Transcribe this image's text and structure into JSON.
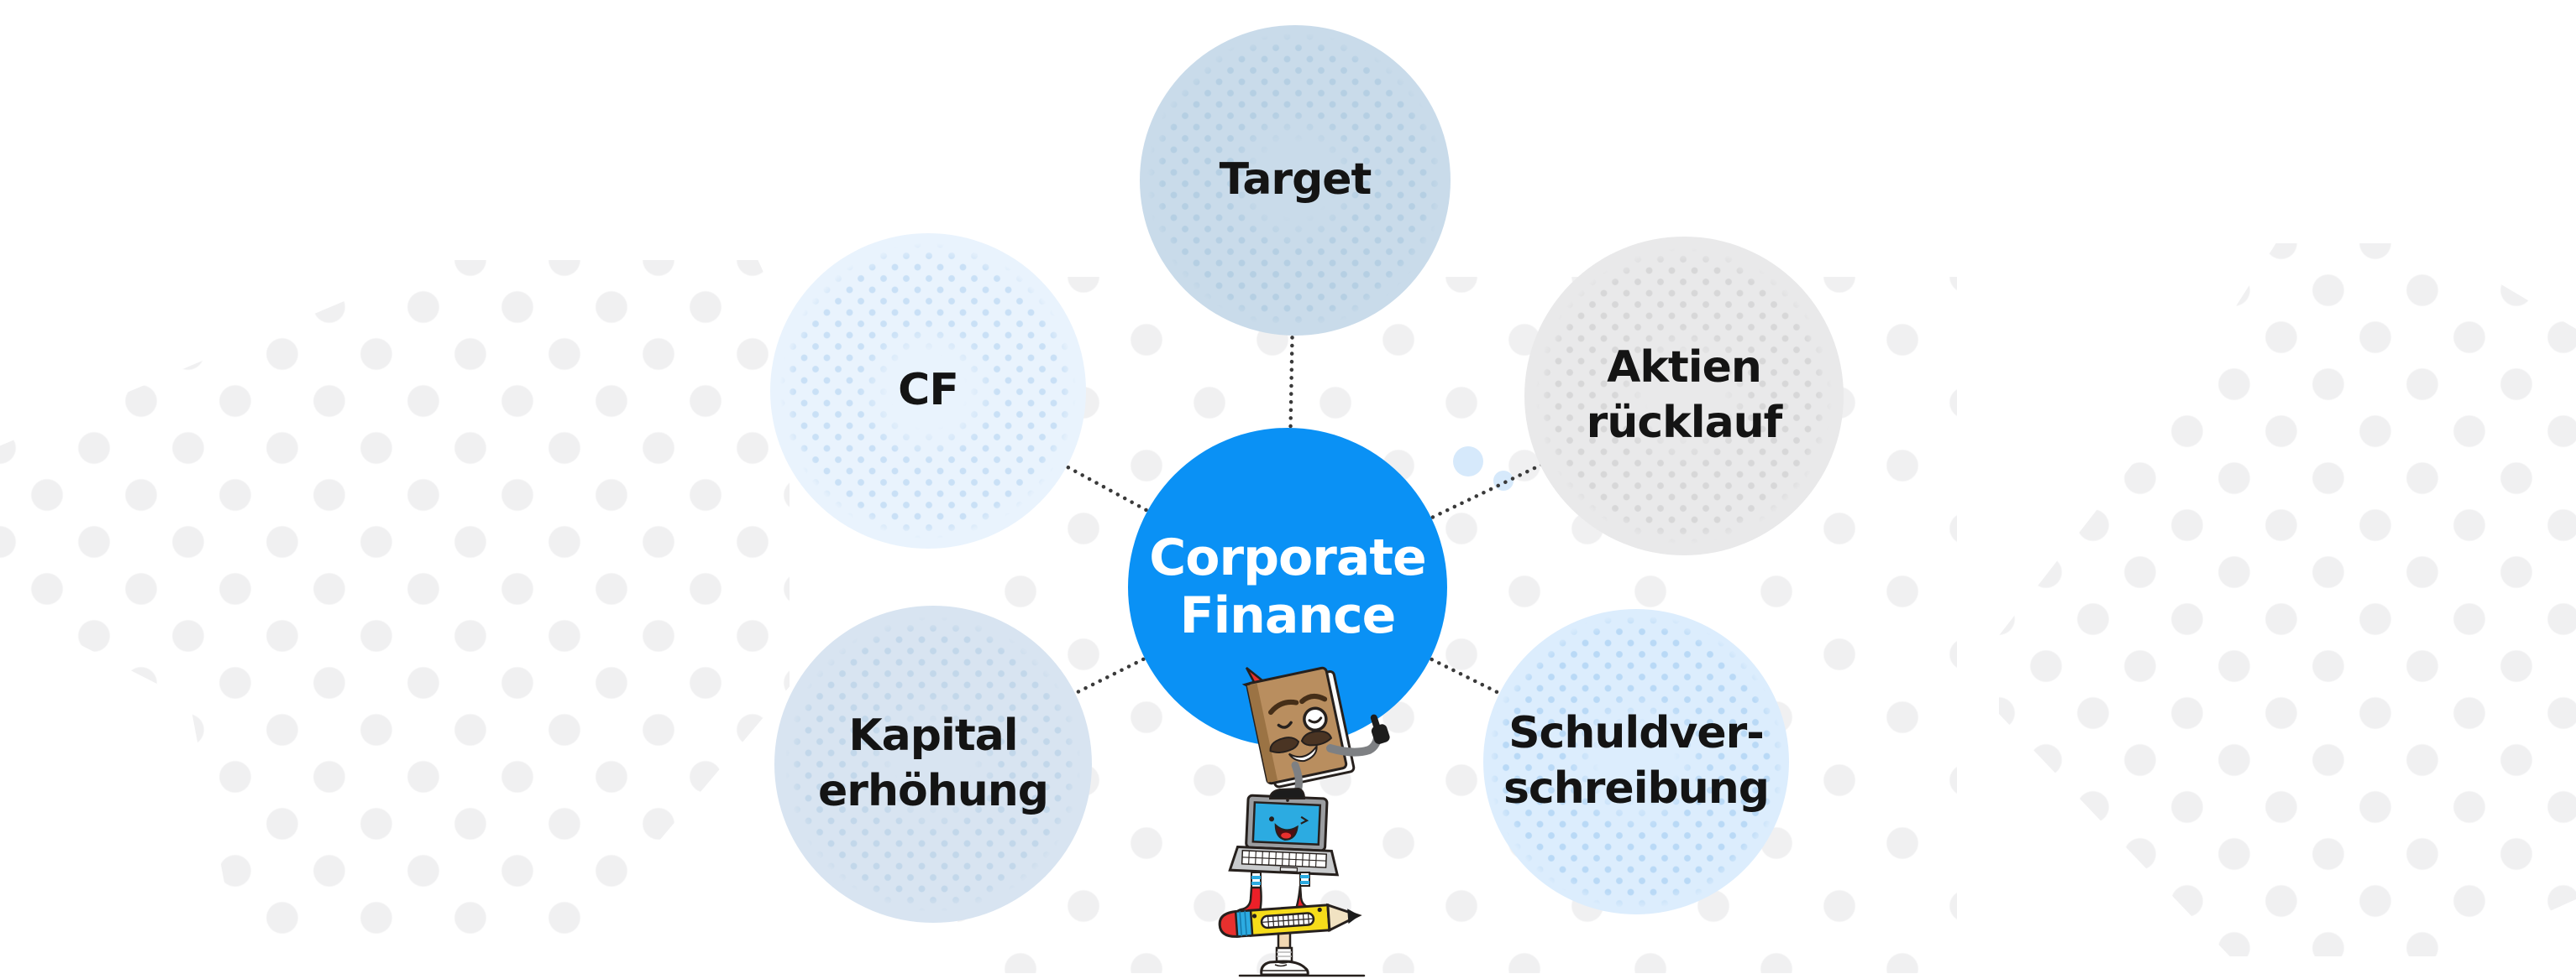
{
  "diagram": {
    "center_bubble": {
      "lines": [
        "Corporate",
        "Finance"
      ],
      "bg_color": "#0a91f5",
      "text_color": "#ffffff"
    },
    "bubbles": [
      {
        "id": "target",
        "lines": [
          "Target"
        ],
        "bg_color": "#c9dbea",
        "dot_color": "#b5cfe3"
      },
      {
        "id": "cf",
        "lines": [
          "CF"
        ],
        "bg_color": "#e9f3fd",
        "dot_color": "#c9e0f6"
      },
      {
        "id": "aktien-ruecklauf",
        "lines": [
          "Aktien",
          "rücklauf"
        ],
        "bg_color": "#e9e9ea",
        "dot_color": "#d7d7d8"
      },
      {
        "id": "kapital-erhoehung",
        "lines": [
          "Kapital",
          "erhöhung"
        ],
        "bg_color": "#d8e4f1",
        "dot_color": "#c2d7ea"
      },
      {
        "id": "schuldverschreibung",
        "lines": [
          "Schuldver-",
          "schreibung"
        ],
        "bg_color": "#dcedfd",
        "dot_color": "#b9d9f6"
      }
    ],
    "label_color": "#141414",
    "connector_dot_color": "#3a3a3a"
  },
  "background": {
    "page_color": "#ffffff",
    "gray_dot_color": "#f0f0f1",
    "blue_accent_dot_color": "#d6e9fb"
  },
  "mascot": {
    "description": "stacked cartoon character: mustachioed book with monocle and red bookmark giving a thumbs-up, standing on a smiling laptop with red boots, balanced on a yellow pencil held up by a leg with a white sneaker",
    "book_color": "#b98e5f",
    "ribbon_color": "#e8302e",
    "laptop_body_color": "#9b9da0",
    "laptop_screen_color": "#2cabe1",
    "boot_color": "#ec2028",
    "pencil_color": "#f6dc1a",
    "eraser_color": "#e8302e",
    "outline_color": "#26201d"
  }
}
